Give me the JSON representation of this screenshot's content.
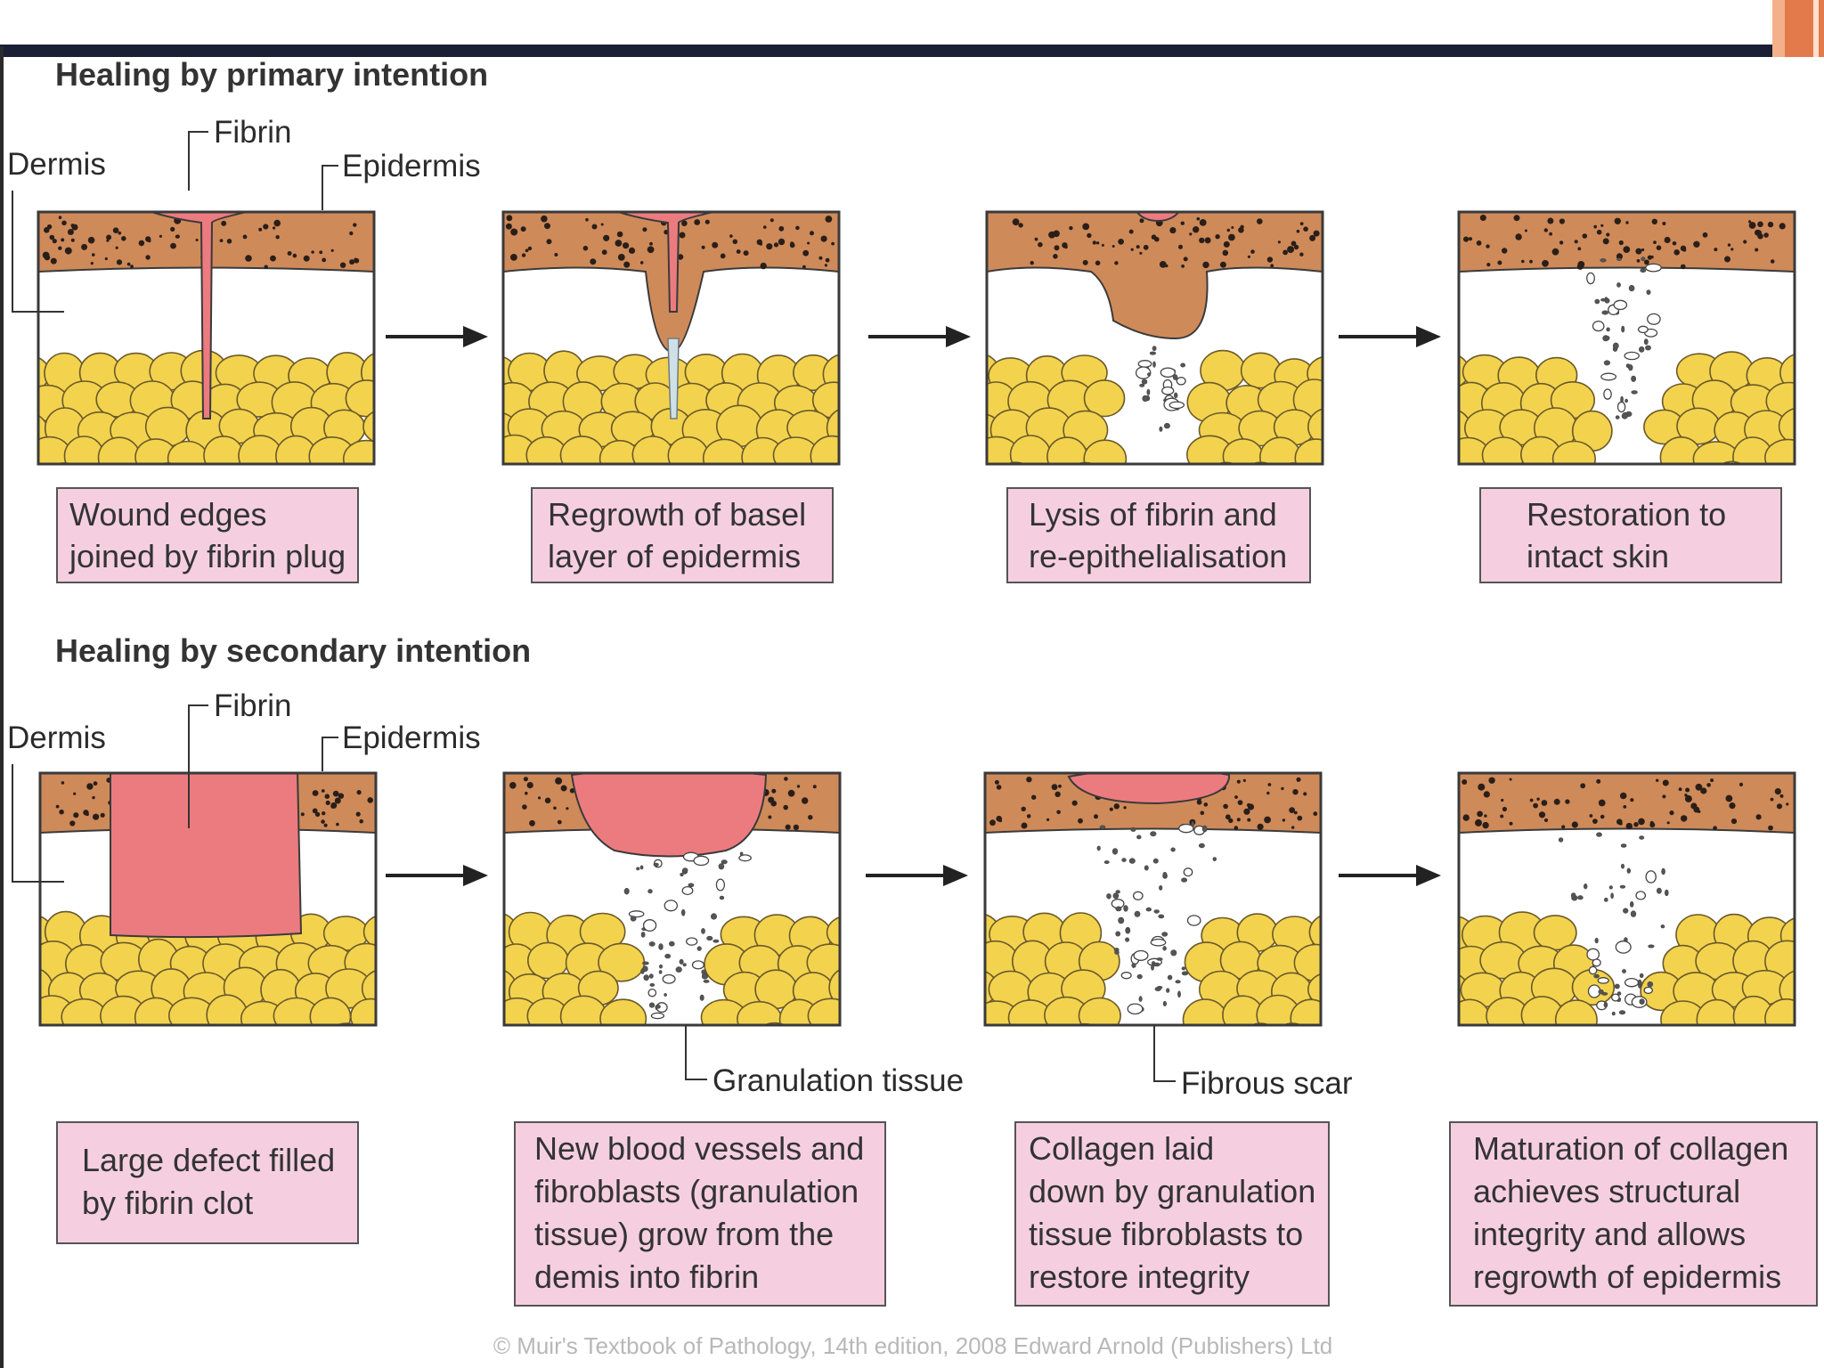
{
  "sections": [
    {
      "title": "Healing by primary intention",
      "labels": {
        "fibrin": "Fibrin",
        "dermis": "Dermis",
        "epidermis": "Epidermis"
      },
      "captions": [
        [
          "Wound edges",
          "joined by fibrin plug"
        ],
        [
          "Regrowth of basel",
          "layer of epidermis"
        ],
        [
          "Lysis of fibrin and",
          "re-epithelialisation"
        ],
        [
          "Restoration to",
          "intact skin"
        ]
      ]
    },
    {
      "title": "Healing by secondary intention",
      "labels": {
        "fibrin": "Fibrin",
        "dermis": "Dermis",
        "epidermis": "Epidermis",
        "granulation": "Granulation tissue",
        "scar": "Fibrous scar"
      },
      "captions": [
        [
          "Large defect filled",
          "by fibrin clot"
        ],
        [
          "New blood vessels and",
          "fibroblasts (granulation",
          "tissue) grow from the",
          "demis into fibrin"
        ],
        [
          "Collagen laid",
          "down by granulation",
          "tissue fibroblasts to",
          "restore integrity"
        ],
        [
          "Maturation of collagen",
          "achieves structural",
          "integrity and allows",
          "regrowth of epidermis"
        ]
      ]
    }
  ],
  "credit": "© Muir's Textbook of Pathology, 14th edition, 2008 Edward Arnold (Publishers) Ltd",
  "colors": {
    "epidermis": "#cf8a5a",
    "fat": "#f3d34e",
    "fibrin": "#ec7b7f",
    "caption_box": "#f5cfe0",
    "outline": "#3a3a3a"
  },
  "icons": [
    "arrow-right-icon"
  ]
}
